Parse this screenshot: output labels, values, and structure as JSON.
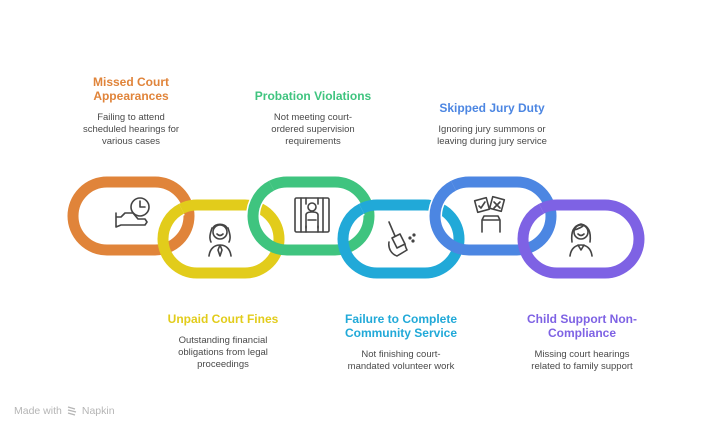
{
  "items": [
    {
      "title": "Missed Court Appearances",
      "title_lines": [
        "Missed Court",
        "Appearances"
      ],
      "description_lines": [
        "Failing to attend",
        "scheduled hearings for",
        "various cases"
      ],
      "color": "#E0843A",
      "icon": "hand-clock-icon",
      "position": "top"
    },
    {
      "title": "Unpaid Court Fines",
      "title_lines": [
        "Unpaid Court Fines"
      ],
      "description_lines": [
        "Outstanding financial",
        "obligations from legal",
        "proceedings"
      ],
      "color": "#E2CC1B",
      "icon": "judge-icon",
      "position": "bottom"
    },
    {
      "title": "Probation Violations",
      "title_lines": [
        "Probation Violations"
      ],
      "description_lines": [
        "Not meeting court-",
        "ordered supervision",
        "requirements"
      ],
      "color": "#3FC47F",
      "icon": "prisoner-icon",
      "position": "top"
    },
    {
      "title": "Failure to Complete Community Service",
      "title_lines": [
        "Failure to Complete",
        "Community Service"
      ],
      "description_lines": [
        "Not finishing court-",
        "mandated volunteer work"
      ],
      "color": "#21A9D8",
      "icon": "broom-icon",
      "position": "bottom"
    },
    {
      "title": "Skipped Jury Duty",
      "title_lines": [
        "Skipped Jury Duty"
      ],
      "description_lines": [
        "Ignoring jury summons or",
        "leaving during jury service"
      ],
      "color": "#4C86E2",
      "icon": "ballot-icon",
      "position": "top"
    },
    {
      "title": "Child Support Non-Compliance",
      "title_lines": [
        "Child Support Non-",
        "Compliance"
      ],
      "description_lines": [
        "Missing court hearings",
        "related to family support"
      ],
      "color": "#7E62E4",
      "icon": "woman-icon",
      "position": "bottom"
    }
  ],
  "footer": {
    "made_with": "Made with",
    "brand": "Napkin"
  }
}
